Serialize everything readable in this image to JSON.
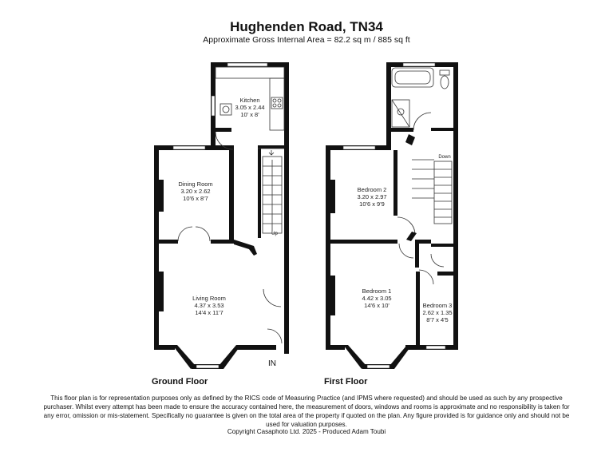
{
  "header": {
    "title": "Hughenden Road, TN34",
    "subtitle": "Approximate Gross Internal Area = 82.2 sq m / 885 sq ft"
  },
  "ground_floor": {
    "label": "Ground Floor",
    "entrance": "IN",
    "stairs": "Up",
    "rooms": [
      {
        "name": "Kitchen",
        "metric": "3.05 x 2.44",
        "imperial": "10' x 8'"
      },
      {
        "name": "Dining Room",
        "metric": "3.20 x 2.62",
        "imperial": "10'6 x 8'7"
      },
      {
        "name": "Living Room",
        "metric": "4.37 x 3.53",
        "imperial": "14'4 x 11'7"
      }
    ]
  },
  "first_floor": {
    "label": "First Floor",
    "stairs": "Down",
    "rooms": [
      {
        "name": "Bedroom 2",
        "metric": "3.20 x 2.97",
        "imperial": "10'6 x 9'9"
      },
      {
        "name": "Bedroom 1",
        "metric": "4.42 x 3.05",
        "imperial": "14'6 x 10'"
      },
      {
        "name": "Bedroom 3",
        "metric": "2.62 x 1.35",
        "imperial": "8'7 x 4'5"
      }
    ]
  },
  "footer": {
    "disclaimer": "This floor plan is for representation purposes only as defined by the RICS code of Measuring Practice (and IPMS where requested) and should be used as such by any prospective purchaser. Whilst every attempt has been made to ensure the accuracy contained here, the measurement of doors, windows and rooms is approximate and no responsibility is taken for any error, omission or mis-statement. Specifically no guarantee is given on the total area of the property if quoted on the plan. Any figure provided is for guidance only and should not be used for valuation purposes.",
    "copyright": "Copyright Casaphoto Ltd. 2025 - Produced Adam Toubi"
  }
}
